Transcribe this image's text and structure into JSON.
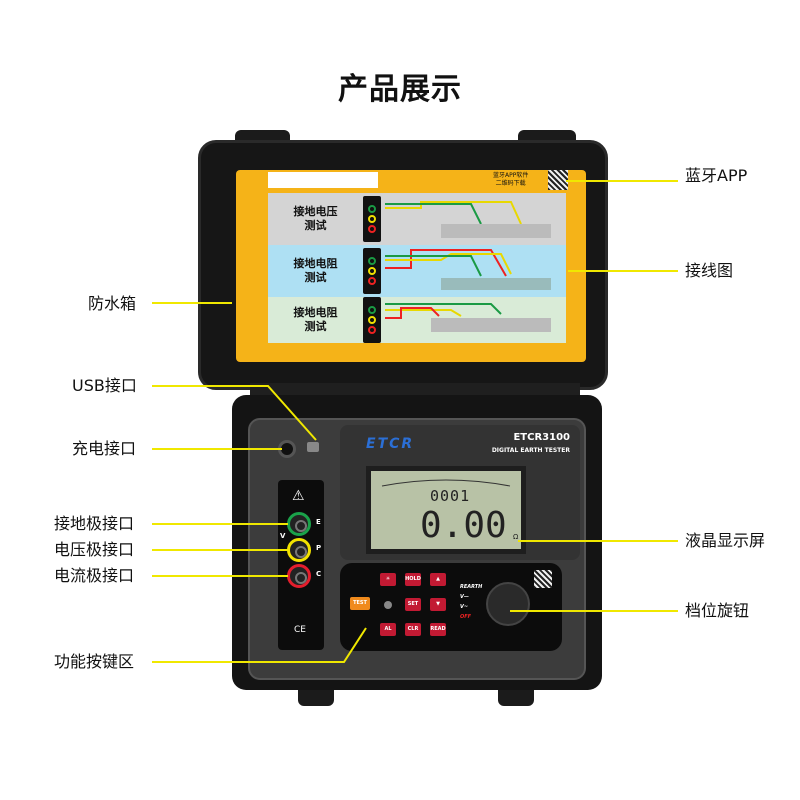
{
  "title": "产品展示",
  "callouts_left": {
    "waterproof_case": "防水箱",
    "usb_port": "USB接口",
    "charge_port": "充电接口",
    "earth_terminal": "接地极接口",
    "voltage_terminal": "电压极接口",
    "current_terminal": "电流极接口",
    "function_keys": "功能按键区"
  },
  "callouts_right": {
    "bluetooth_app": "蓝牙APP",
    "wiring_diagram": "接线图",
    "lcd": "液晶显示屏",
    "rotary_switch": "档位旋钮"
  },
  "lid": {
    "qr_text_1": "蓝牙APP软件",
    "qr_text_2": "二维码下载",
    "rows": [
      {
        "label_1": "接地电压",
        "label_2": "测试"
      },
      {
        "label_1": "接地电阻",
        "label_2": "测试"
      },
      {
        "label_1": "接地电阻",
        "label_2": "测试"
      }
    ]
  },
  "device": {
    "brand": "ETCR",
    "model": "ETCR3100",
    "subtitle": "DIGITAL EARTH TESTER",
    "lcd_small": "0001",
    "lcd_main": "0.00",
    "lcd_unit": "Ω",
    "terminals": {
      "e": "E",
      "p": "P",
      "c": "C",
      "v": "V"
    },
    "keys": {
      "hold": "HOLD",
      "set": "SET",
      "al": "AL",
      "clr": "CLR",
      "read": "READ",
      "test": "TEST",
      "up": "▲",
      "down": "▼",
      "light": "☀"
    },
    "dial": {
      "r": "REARTH",
      "vdc": "V—",
      "vac": "V~",
      "off": "OFF"
    },
    "ce": "CE"
  },
  "colors": {
    "callout_line": "#f0e800",
    "case_yellow": "#f5b318",
    "key_red": "#c21a33"
  }
}
